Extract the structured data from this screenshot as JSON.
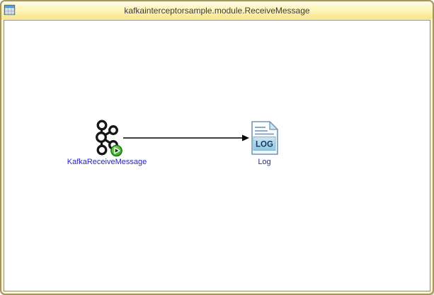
{
  "window": {
    "title": "kafkainterceptorsample.module.ReceiveMessage"
  },
  "diagram": {
    "nodes": [
      {
        "id": "kafka-receive-message",
        "label": "KafkaReceiveMessage",
        "icon": "kafka-logo-icon",
        "badge": "green-play-badge"
      },
      {
        "id": "log",
        "label": "Log",
        "icon": "log-document-icon",
        "icon_text": "LOG"
      }
    ],
    "connector": {
      "from": "KafkaReceiveMessage",
      "to": "Log",
      "style": "solid-black-arrow"
    }
  },
  "colors": {
    "window_border": "#A5965C",
    "titlebar_gradient_top": "#FEFBE4",
    "titlebar_gradient_bottom": "#F9E58A",
    "canvas_border": "#8C8C8C",
    "node_label_blue": "#2626BE",
    "badge_green": "#3CBC2C",
    "badge_green_border": "#187214",
    "log_band_blue": "#A9D6EC",
    "log_text_navy": "#17365F",
    "doc_border_blue": "#7296B5"
  }
}
